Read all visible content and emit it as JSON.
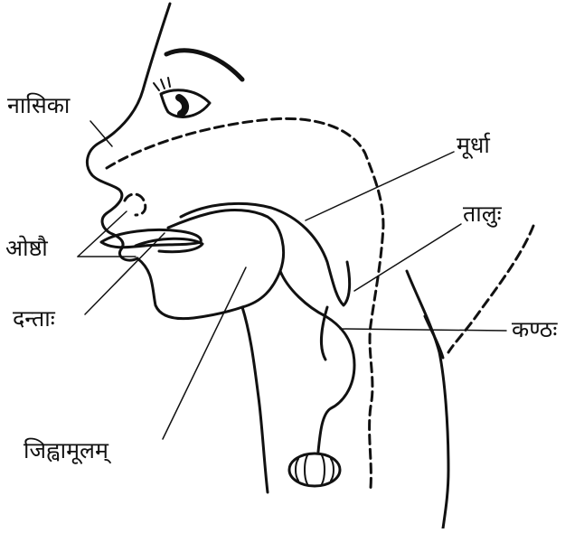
{
  "labels": {
    "nasika": "नासिका",
    "murdha": "मूर्धा",
    "talu": "तालुः",
    "oshthau": "ओष्ठौ",
    "danta": "दन्ताः",
    "kantha": "कण्ठः",
    "jihvamula": "जिह्वामूलम्"
  },
  "colors": {
    "ink": "#111111",
    "background": "#ffffff"
  }
}
